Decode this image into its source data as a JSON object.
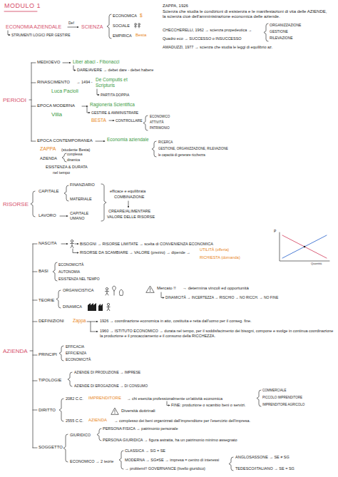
{
  "diagram": {
    "title": "MODULO 1",
    "labels": [
      "ECONOMIA AZIENDALE",
      "Def",
      "SCIENZA",
      "ECONOMICA",
      "$",
      "SOCIALE",
      "EMPIRICA",
      "Besta",
      "STRUMENTI LOGICI PER GESTIRE",
      "ZAPPA, 1926",
      "Scienza che studia le condizioni di esistenza e le manifestazioni di vita delle AZIENDE, la scienza cioè dell'amministrazione economica delle aziende.",
      "CHECCHERELLI, 1962 → scienza propedeutica →",
      "ORGANIZZAZIONE",
      "GESTIONE",
      "RILEVAZIONE",
      "Quadro eco → SUCCESSO o INSUCCESSO",
      "AMADUZZI, 1977 → scienza che studia le leggi di equilibrio az.",
      "PERIODI",
      "MEDIOEVO",
      "Liber abaci - Fibonacci",
      "DARE/AVERE → debet dare - debet habere",
      "RINASCIMENTO",
      "→ 1494 -",
      "De Computis et Scripturis",
      "Luca Pacioli",
      "PARTITA DOPPIA",
      "EPOCA MODERNA",
      "Ragioneria Scientifica",
      "Villa",
      "GESTIRE & AMMINISTRARE",
      "BESTA",
      "CONTROLLARE",
      "ECONOMICO",
      "ATTIVITÀ",
      "PATRIMONIO",
      "EPOCA CONTEMPORANEA",
      "Economia aziendale",
      "ZAPPA",
      "(studente Besta)",
      "AZIENDA",
      "complessa",
      "dinamica",
      "ESISTENZA & DURATA",
      "nel tempo",
      "RICERCA",
      "GESTIONE, ORGANIZZAZIONE, RILEVAZIONE",
      "le capacità di generare ricchezza",
      "RISORSE",
      "CAPITALE",
      "FINANZIARIO",
      "MATERIALE",
      "LAVORO",
      "CAPITALE UMANO",
      "efficace e equilibrata",
      "COMBINAZIONE",
      "CREARE/ALIMENTARE",
      "VALORE DELLE RISORSE",
      "AZIENDA",
      "NASCITA",
      "BISOGNI → RISORSE LIMITATE → scelta di CONVENIENZA ECONOMICA",
      "RISORSE DA SCAMBIARE → VALORE (prezzo) → dipende →",
      "UTILITÀ (offerta)",
      "RICHIESTA (domanda)",
      "P",
      "Quantità",
      "BASI",
      "ECONOMICITÀ",
      "AUTONOMIA",
      "ESISTENZA NEL TEMPO",
      "TEORIE",
      "ORGANICISTICA",
      "DINAMICA",
      "Mercato !!",
      "→ determina vincoli ed opportunità",
      "DINAMICITÀ → INCERTEZZA → RISCHIO → NO RICCH. → NO FINE",
      "DEFINIZIONI",
      "Zappa",
      "1926 → coordinazione economica in atto, costituita e retta dall'uomo per il conseg. fine.",
      "1960 → ISTITUTO ECONOMICO → durata nel tempo, per il soddisfacimento dei bisogni, compone e svolge in continua coordinazione la produzione e il procacciamento e il consumo della RICCHEZZA.",
      "PRINCIPI",
      "EFFICACIA",
      "EFFICIENZA",
      "ECONOMICITÀ",
      "TIPOLOGIE",
      "AZIENDE DI PRODUZIONE → IMPRESE",
      "AZIENDE DI EROGAZIONE → DI CONSUMO",
      "DIRITTO",
      "2082 C.C.",
      "IMPRENDITORE",
      "→ chi esercita professionalmente un'attività economica",
      "FINE: produzione o scambio beni o servizi.",
      "COMMERCIALE",
      "PICCOLO IMPRENDITORE",
      "IMPRENDITORE AGRICOLO",
      "Diversità dottrinali",
      "2555 C.C.",
      "AZIENDA",
      "→ complesso dei beni organizzati dall'imprenditore per l'esercizio dell'impresa.",
      "SOGGETTO",
      "GIURIDICO",
      "PERSONA FISICA → patrimonio personale",
      "PERSONA GIURIDICA → figura astratta, ha un patrimonio minimo assegnato",
      "ECONOMICO → 2 teorie",
      "CLASSICA → SG = SE",
      "MODERNA → SG≠SE → impresa = centro di interessi",
      "→ problemi!! GOVERNANCE (livello giuridico)",
      "ANGLOSASSONE → SE ≠ SG",
      "TEDESCO/ITALIANO → SE = SG"
    ]
  }
}
